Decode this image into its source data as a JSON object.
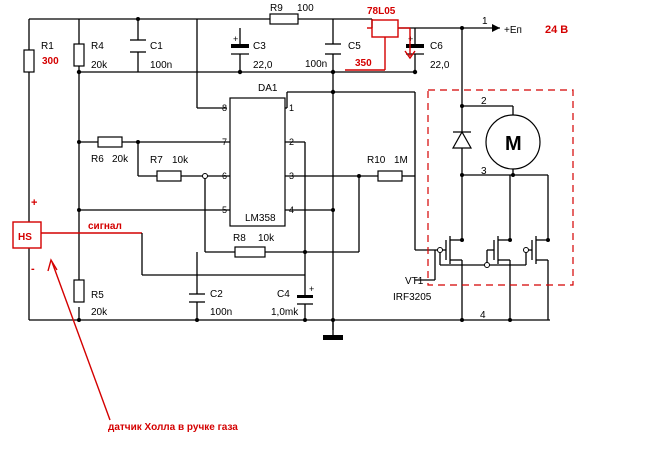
{
  "supply": {
    "node_1": "1",
    "label": "+Еп",
    "voltage": "24 В"
  },
  "regulator": {
    "name": "78L05",
    "resistor_value": "350"
  },
  "resistors": {
    "r1": {
      "name": "R1",
      "value": "300"
    },
    "r4": {
      "name": "R4",
      "value": "20k"
    },
    "r5": {
      "name": "R5",
      "value": "20k"
    },
    "r6": {
      "name": "R6",
      "value": "20k"
    },
    "r7": {
      "name": "R7",
      "value": "10k"
    },
    "r8": {
      "name": "R8",
      "value": "10k"
    },
    "r9": {
      "name": "R9",
      "value": "100"
    },
    "r10": {
      "name": "R10",
      "value": "1M"
    }
  },
  "capacitors": {
    "c1": {
      "name": "C1",
      "value": "100n"
    },
    "c2": {
      "name": "C2",
      "value": "100n"
    },
    "c3": {
      "name": "C3",
      "value": "22,0"
    },
    "c4": {
      "name": "C4",
      "value": "1,0mk"
    },
    "c5": {
      "name": "C5",
      "value": "100n"
    },
    "c6": {
      "name": "C6",
      "value": "22,0"
    }
  },
  "opamp": {
    "name": "DA1",
    "part": "LM358",
    "pins": [
      "8",
      "7",
      "6",
      "5",
      "1",
      "2",
      "3",
      "4"
    ]
  },
  "motor": {
    "symbol": "M",
    "node_2": "2",
    "node_3": "3",
    "node_4": "4"
  },
  "transistor": {
    "name": "VT1",
    "part": "IRF3205"
  },
  "hall_sensor": {
    "symbol": "HS",
    "plus": "+",
    "minus": "-",
    "signal": "сигнал",
    "caption": "датчик Холла в ручке газа"
  },
  "colors": {
    "wire": "#000000",
    "annotation": "#d40000",
    "background": "#ffffff"
  }
}
